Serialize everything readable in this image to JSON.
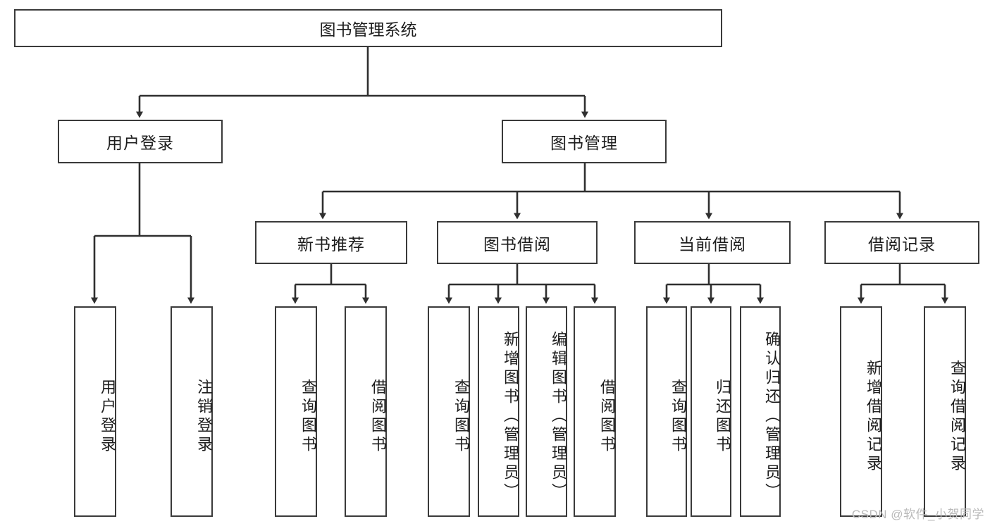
{
  "diagram": {
    "type": "tree-hierarchy",
    "title": "图书管理系统",
    "watermark": "CSDN @软件_小贺同学",
    "colors": {
      "box_border": "#3a3a3a",
      "box_fill": "#ffffff",
      "edge": "#2f2f2f",
      "text": "#1d1d1d",
      "watermark": "#b9b9b9",
      "background": "#ffffff"
    },
    "root": {
      "label": "图书管理系统"
    },
    "level2": [
      {
        "label": "用户登录"
      },
      {
        "label": "图书管理"
      }
    ],
    "level3": [
      {
        "label": "新书推荐"
      },
      {
        "label": "图书借阅"
      },
      {
        "label": "当前借阅"
      },
      {
        "label": "借阅记录"
      }
    ],
    "leaves": {
      "user_login": [
        {
          "label": "用户登录"
        },
        {
          "label": "注销登录"
        }
      ],
      "new_book_recommend": [
        {
          "label": "查询图书"
        },
        {
          "label": "借阅图书"
        }
      ],
      "book_borrow": [
        {
          "label": "查询图书"
        },
        {
          "label": "新增图书（管理员）"
        },
        {
          "label": "编辑图书（管理员）"
        },
        {
          "label": "借阅图书"
        }
      ],
      "current_borrow": [
        {
          "label": "查询图书"
        },
        {
          "label": "归还图书"
        },
        {
          "label": "确认归还（管理员）"
        }
      ],
      "borrow_record": [
        {
          "label": "新增借阅记录"
        },
        {
          "label": "查询借阅记录"
        }
      ]
    }
  }
}
